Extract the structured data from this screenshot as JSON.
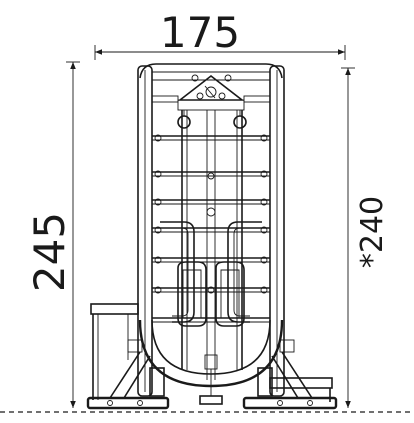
{
  "dimensions": {
    "width": {
      "label": "175"
    },
    "height": {
      "label": "245"
    },
    "reference_height": {
      "label": "*240"
    }
  },
  "colors": {
    "line": "#1a1a1a",
    "background": "#ffffff"
  }
}
